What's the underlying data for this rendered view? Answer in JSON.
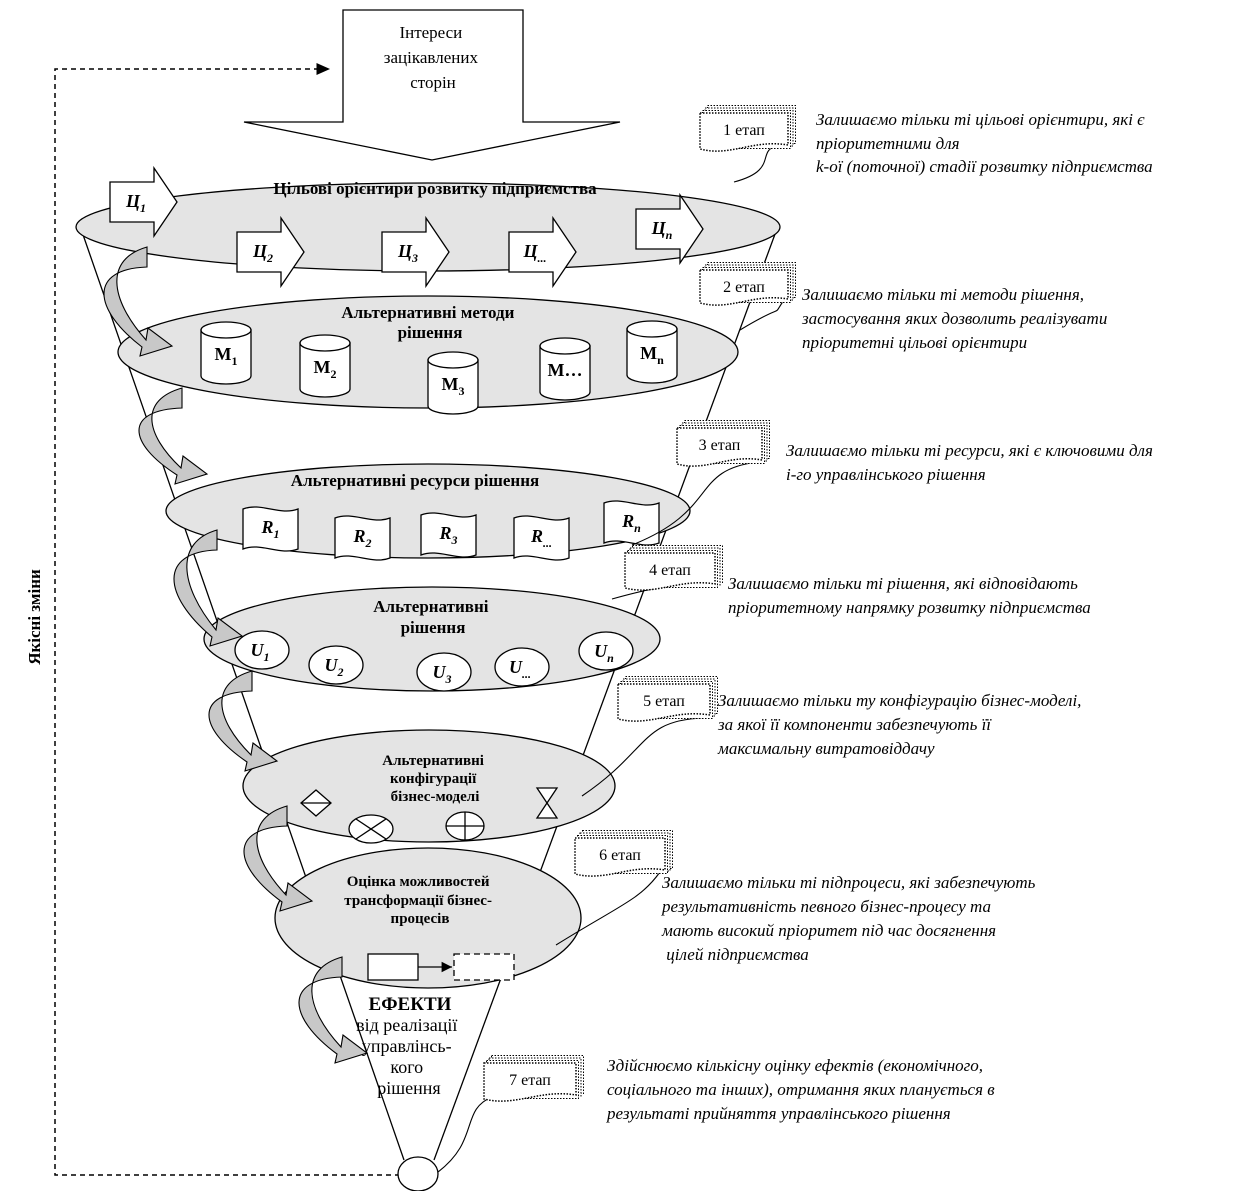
{
  "top_box": {
    "lines": [
      "Інтереси",
      "зацікавлених",
      "сторін"
    ]
  },
  "side_label": "Якісні зміни",
  "levels": {
    "goals": {
      "title": "Цільові орієнтири розвитку підприємства",
      "items": [
        {
          "base": "Ц",
          "sub": "1"
        },
        {
          "base": "Ц",
          "sub": "2"
        },
        {
          "base": "Ц",
          "sub": "3"
        },
        {
          "base": "Ц",
          "sub": "..."
        },
        {
          "base": "Ц",
          "sub": "n"
        }
      ]
    },
    "methods": {
      "title": [
        "Альтернативні методи",
        "рішення"
      ],
      "items": [
        {
          "base": "М",
          "sub": "1"
        },
        {
          "base": "М",
          "sub": "2"
        },
        {
          "base": "М",
          "sub": "3"
        },
        {
          "base": "М…",
          "sub": ""
        },
        {
          "base": "М",
          "sub": "n"
        }
      ]
    },
    "resources": {
      "title": "Альтернативні ресурси рішення",
      "items": [
        {
          "base": "R",
          "sub": "1"
        },
        {
          "base": "R",
          "sub": "2"
        },
        {
          "base": "R",
          "sub": "3"
        },
        {
          "base": "R",
          "sub": "..."
        },
        {
          "base": "R",
          "sub": "n"
        }
      ]
    },
    "decisions": {
      "title": [
        "Альтернативні",
        "рішення"
      ],
      "items": [
        {
          "base": "U",
          "sub": "1"
        },
        {
          "base": "U",
          "sub": "2"
        },
        {
          "base": "U",
          "sub": "3"
        },
        {
          "base": "U",
          "sub": "..."
        },
        {
          "base": "U",
          "sub": "n"
        }
      ]
    },
    "configs": {
      "title": [
        "Альтернативні",
        "конфігурації",
        "бізнес-моделі"
      ]
    },
    "processes": {
      "title": [
        "Оцінка можливостей",
        "трансформації бізнес-",
        "процесів"
      ]
    }
  },
  "effects": {
    "title": "ЕФЕКТИ",
    "lines": [
      "від реалізації",
      "управлінсь-",
      "кого",
      "рішення"
    ]
  },
  "stages": [
    {
      "label": "1 етап",
      "note": [
        "Залишаємо тільки ті цільові орієнтири, які є",
        "пріоритетними для",
        "k-ої (поточної) стадії розвитку підприємства"
      ]
    },
    {
      "label": "2 етап",
      "note": [
        "Залишаємо тільки ті методи рішення,",
        "застосування яких  дозволить реалізувати",
        "пріоритетні цільові орієнтири"
      ]
    },
    {
      "label": "3 етап",
      "note": [
        "Залишаємо тільки ті ресурси, які є ключовими для",
        "і-го управлінського рішення"
      ]
    },
    {
      "label": "4 етап",
      "note": [
        "Залишаємо тільки ті рішення, які відповідають",
        "пріоритетному напрямку розвитку підприємства"
      ]
    },
    {
      "label": "5 етап",
      "note": [
        "Залишаємо тільки ту конфігурацію бізнес-моделі,",
        "за якої  її компоненти  забезпечують її",
        "максимальну витратовіддачу"
      ]
    },
    {
      "label": "6 етап",
      "note": [
        "Залишаємо тільки ті підпроцеси, які забезпечують",
        "результативність певного бізнес-процесу та",
        "мають високий пріоритет під час досягнення",
        " цілей підприємства"
      ]
    },
    {
      "label": "7 етап",
      "note": [
        "Здійснюємо кількісну оцінку ефектів (економічного,",
        "соціального та інших), отримання яких планується в",
        "результаті прийняття управлінського рішення"
      ]
    }
  ]
}
